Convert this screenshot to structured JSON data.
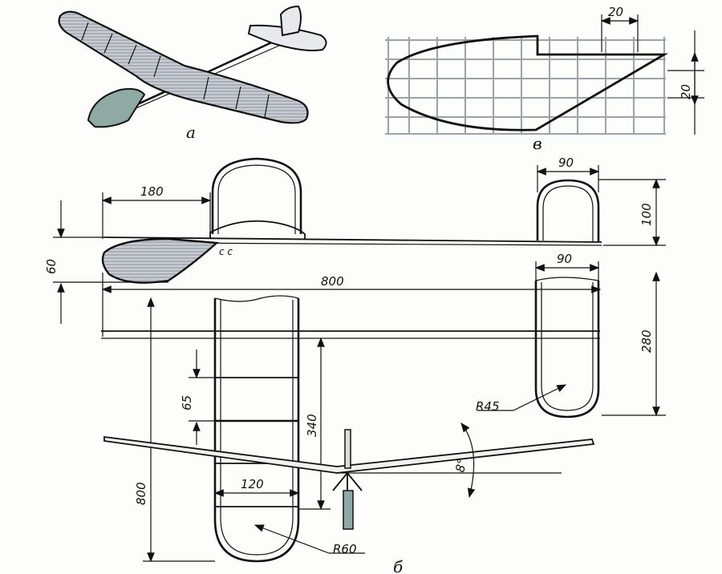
{
  "labels": {
    "view_a": "a",
    "view_b": "в",
    "view_c": "б"
  },
  "dimensions": {
    "d20_top": "20",
    "d20_side": "20",
    "d180": "180",
    "d90_stab": "90",
    "d100": "100",
    "d60": "60",
    "d90_fin": "90",
    "d800_len": "800",
    "d280": "280",
    "r45": "R45",
    "d65": "65",
    "d340": "340",
    "d120": "120",
    "d800_span": "800",
    "r60": "R60",
    "dihedral": "8°"
  },
  "colors": {
    "ink": "#111111",
    "grid": "#9aa3a8",
    "covering": "#c9ccd3",
    "fin_fill": "#8fa9a4"
  }
}
